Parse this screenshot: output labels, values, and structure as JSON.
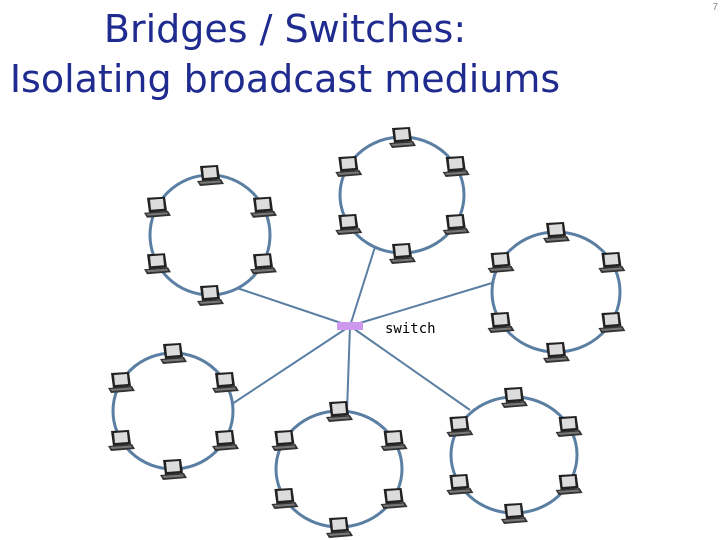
{
  "slide": {
    "title_line1": "Bridges / Switches:",
    "title_line2": "Isolating broadcast mediums",
    "slide_number": "7"
  },
  "diagram": {
    "switch_label": "switch",
    "colors": {
      "ring": "#5a7fa3",
      "link": "#5a7fa3",
      "switch": "#cc99ee",
      "computer_screen": "#dddddd",
      "computer_body": "#333333"
    },
    "rings": [
      {
        "name": "ring-top-left",
        "hosts": 6
      },
      {
        "name": "ring-top-center",
        "hosts": 6
      },
      {
        "name": "ring-right",
        "hosts": 6
      },
      {
        "name": "ring-bottom-left",
        "hosts": 6
      },
      {
        "name": "ring-bottom-center",
        "hosts": 6
      },
      {
        "name": "ring-bottom-right",
        "hosts": 6
      }
    ]
  }
}
